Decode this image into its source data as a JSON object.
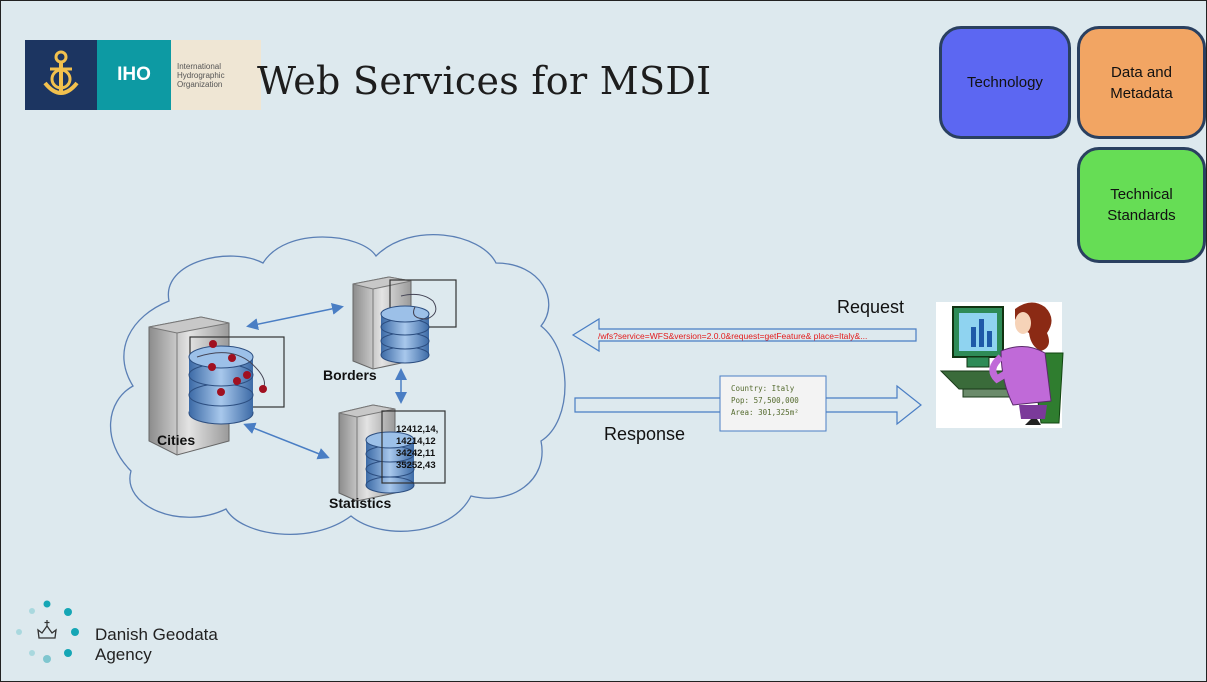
{
  "title": "Web Services for MSDI",
  "logo": {
    "text": "IHO",
    "org_line1": "International",
    "org_line2": "Hydrographic",
    "org_line3": "Organization"
  },
  "boxes": {
    "technology": "Technology",
    "data_line1": "Data and",
    "data_line2": "Metadata",
    "tech_line1": "Technical",
    "tech_line2": "Standards"
  },
  "colors": {
    "technology": "#5c67f2",
    "data": "#f2a563",
    "standards": "#66dd55",
    "request_text": "#e31b1b"
  },
  "servers": {
    "cities": "Cities",
    "borders": "Borders",
    "statistics": "Statistics"
  },
  "stats_values": [
    "12412,14,",
    "14214,12",
    "34242,11",
    "35252,43"
  ],
  "request": {
    "label": "Request",
    "url": "/wfs?service=WFS&version=2.0.0&request=getFeature& place=Italy&..."
  },
  "response": {
    "label": "Response",
    "line1": "Country: Italy",
    "line2": "Pop: 57,500,000",
    "line3": "Area: 301,325m²"
  },
  "footer": {
    "line1": "Danish Geodata",
    "line2": "Agency"
  }
}
